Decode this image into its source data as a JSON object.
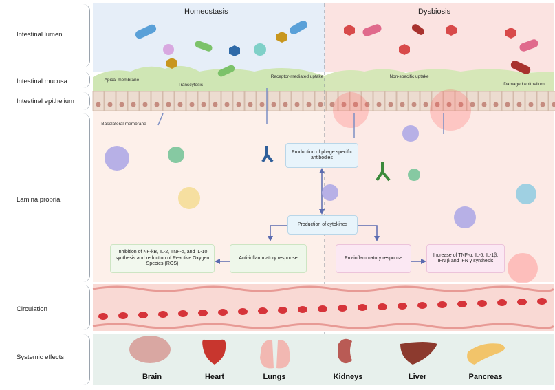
{
  "layers": {
    "lumen": "Intestinal lumen",
    "mucosa": "Intestinal mucusa",
    "epithelium": "Intestinal epithelium",
    "lamina": "Lamina propria",
    "circulation": "Circulation",
    "systemic": "Systemic effects"
  },
  "panels": {
    "left_title": "Homeostasis",
    "right_title": "Dysbiosis"
  },
  "annotations": {
    "apical": "Apical membrane",
    "transcytosis": "Transcytosis",
    "receptor": "Receptor-mediated uptake",
    "basolateral": "Basolateral membrane",
    "nonspecific": "Non-specific uptake",
    "damaged": "Damaged epithelium"
  },
  "boxes": {
    "antibodies": "Production of phage specific  antibodies",
    "cytokines": "Production of cytokines",
    "anti_inflammatory": "Anti-inflammatory response",
    "pro_inflammatory": "Pro-inflammatory response",
    "inhibition": "Inhibition of NF-kB, IL-2, TNF-α, and IL-10  synthesis and reduction of Reactive Oxygen Species (ROS)",
    "increase": "Increase of TNF-α, IL-6, IL-1β, IFN β and IFN γ synthesis"
  },
  "organs": [
    "Brain",
    "Heart",
    "Lungs",
    "Kidneys",
    "Liver",
    "Pancreas"
  ],
  "colors": {
    "homeostasis_bg": "#e6eef8",
    "dysbiosis_bg": "#fbe3e1",
    "lamina_bg": "#fdf0ea",
    "mucus": "#cfe6b4",
    "epithelium": "#ead8cc",
    "blood": "#f6c9c4",
    "systemic_bg": "#e7f0ec"
  }
}
